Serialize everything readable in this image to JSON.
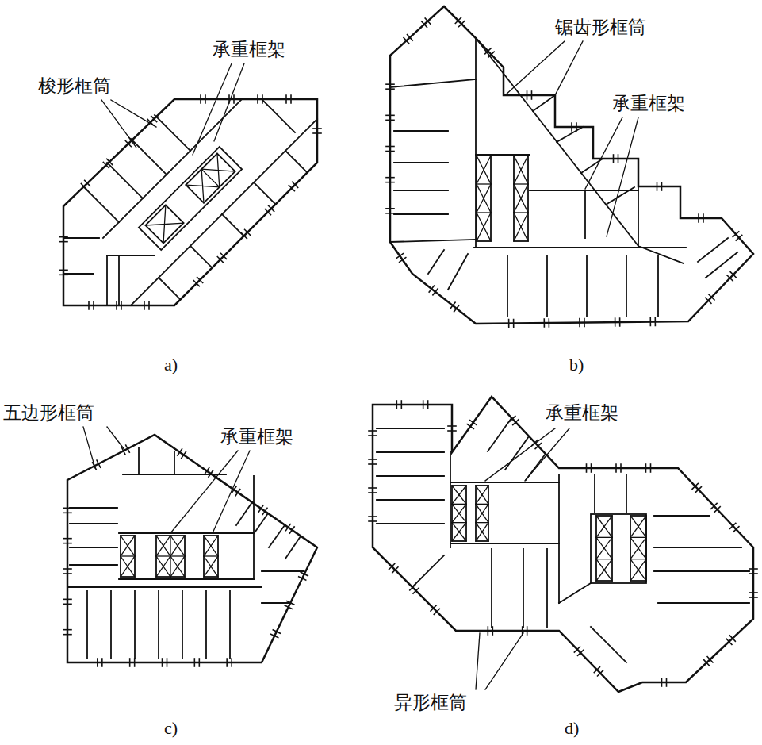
{
  "diagram": {
    "labels": [
      "梭形框筒",
      "承重框架",
      "锯齿形框筒",
      "承重框架",
      "五边形框筒",
      "承重框架",
      "承重框架",
      "异形框筒",
      "a)",
      "b)",
      "c)",
      "d)"
    ]
  }
}
